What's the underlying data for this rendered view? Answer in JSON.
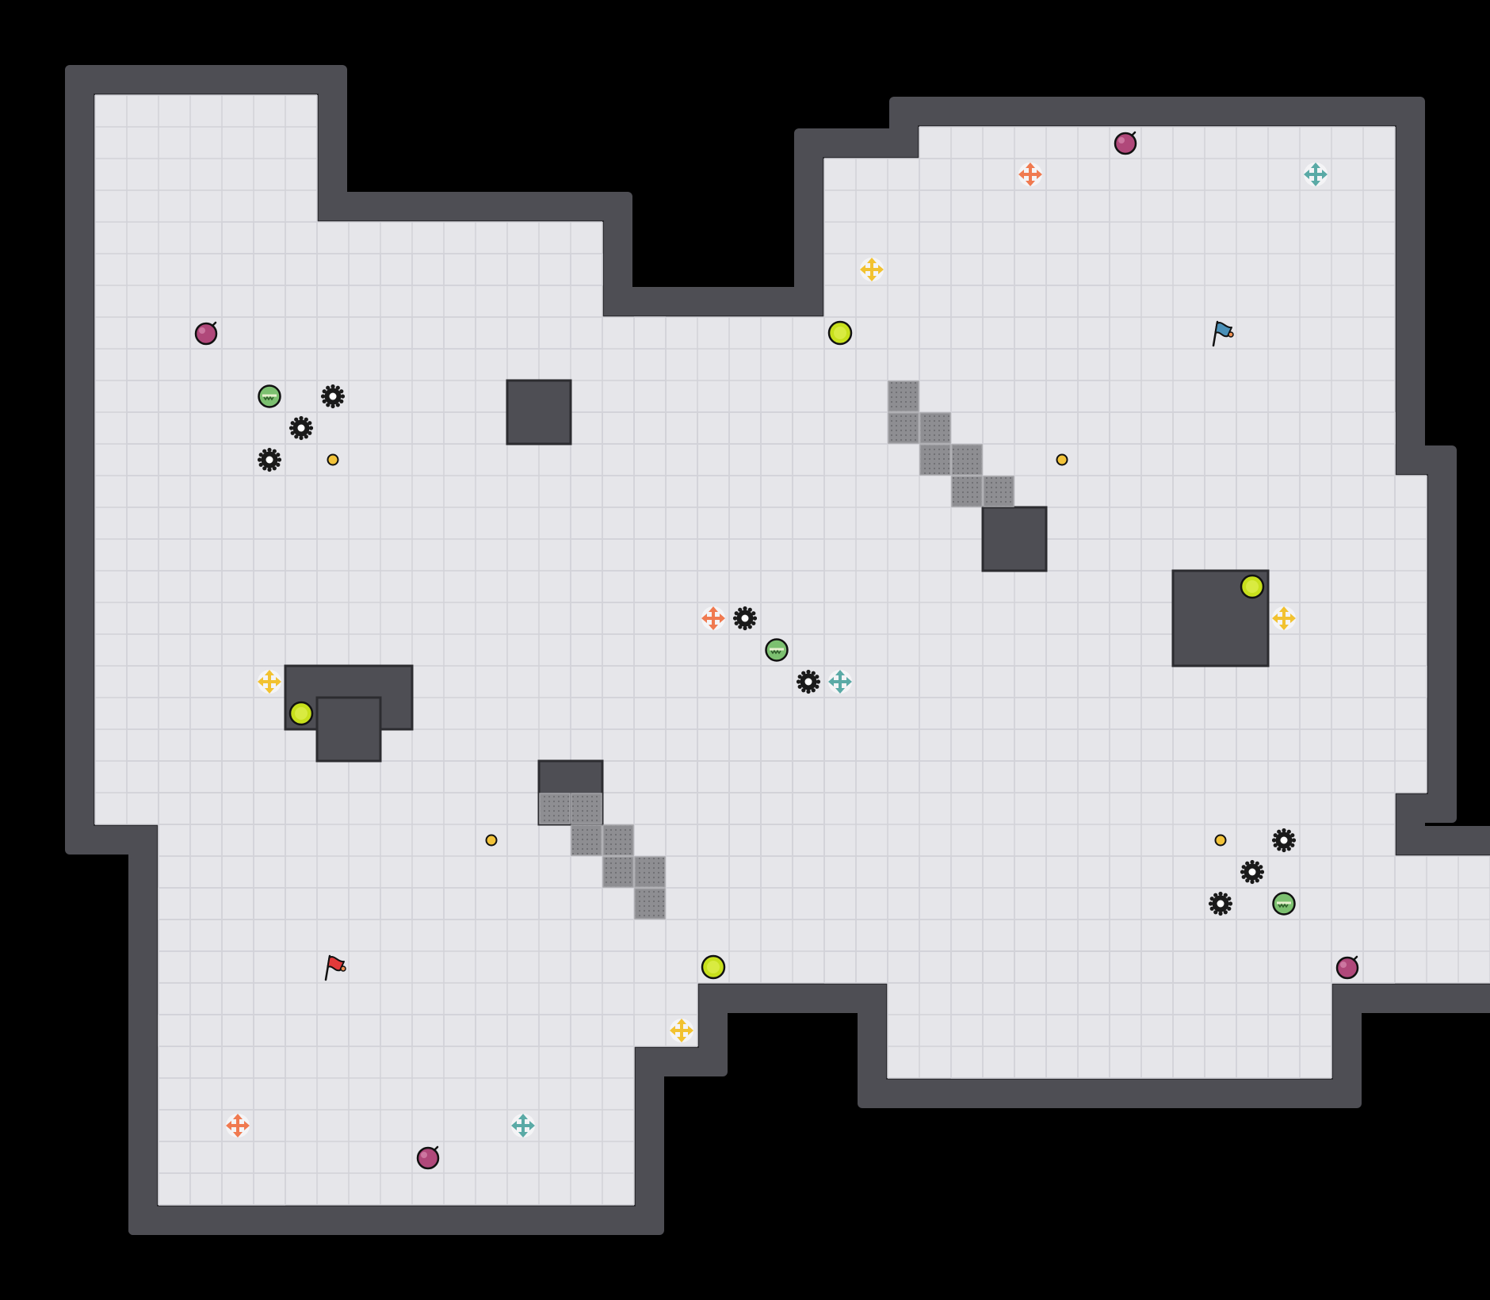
{
  "game": {
    "grid": {
      "cols": 47,
      "rows": 41
    },
    "colors": {
      "background": "#000000",
      "floor": "#e6e6ea",
      "floor_line": "#d2d2d8",
      "wall": "#4e4e54",
      "wall_edge": "#2c2c30",
      "crate": "#8a8a8e",
      "boost_orange": "#f07a50",
      "boost_teal": "#5aaaa6",
      "boost_yellow": "#f2c230",
      "orb_lime": "#c8e01c",
      "shield_green": "#7cc070",
      "bomb_magenta": "#b0487a",
      "coin": "#f2c33a",
      "mine": "#1a1a1a",
      "flag_red": "#e23a3a",
      "flag_blue": "#4a90b8"
    },
    "floor_regions": [
      {
        "name": "west-lobby",
        "cells": [
          [
            2,
            8,
            3,
            25
          ],
          [
            4,
            7,
            25,
            37
          ]
        ]
      },
      {
        "name": "west-upper",
        "cells": [
          [
            5,
            17,
            8,
            10
          ],
          [
            6,
            17,
            7,
            8
          ],
          [
            3,
            19,
            10,
            13
          ],
          [
            3,
            24,
            13,
            24
          ],
          [
            4,
            22,
            24,
            28
          ],
          [
            4,
            20,
            28,
            32
          ],
          [
            4,
            18,
            32,
            37
          ],
          [
            14,
            24,
            24,
            26
          ]
        ]
      },
      {
        "name": "center-hall",
        "cells": [
          [
            17,
            42,
            13,
            30
          ],
          [
            19,
            26,
            10,
            13
          ],
          [
            22,
            24,
            24,
            28
          ],
          [
            25,
            43,
            21,
            24
          ],
          [
            25,
            45,
            27,
            30
          ],
          [
            27,
            39,
            30,
            33
          ]
        ]
      },
      {
        "name": "east-upper",
        "cells": [
          [
            25,
            33,
            5,
            13
          ],
          [
            28,
            42,
            4,
            13
          ],
          [
            34,
            42,
            13,
            15
          ],
          [
            32,
            43,
            15,
            21
          ]
        ]
      },
      {
        "name": "east-lobby",
        "cells": [
          [
            29,
            40,
            30,
            33
          ],
          [
            40,
            42,
            30,
            30
          ]
        ]
      }
    ],
    "wall_blocks": [
      [
        15,
        16,
        12,
        13
      ],
      [
        30,
        31,
        16,
        17
      ],
      [
        16,
        17,
        24,
        25
      ],
      [
        36,
        38,
        18,
        20
      ],
      [
        8,
        11,
        21,
        22
      ],
      [
        9,
        10,
        22,
        23
      ]
    ],
    "crates": [
      [
        27,
        12
      ],
      [
        27,
        13
      ],
      [
        28,
        13
      ],
      [
        28,
        14
      ],
      [
        29,
        14
      ],
      [
        29,
        15
      ],
      [
        30,
        15
      ],
      [
        16,
        25
      ],
      [
        17,
        25
      ],
      [
        17,
        26
      ],
      [
        18,
        26
      ],
      [
        18,
        27
      ],
      [
        19,
        27
      ],
      [
        19,
        28
      ]
    ],
    "entities": [
      {
        "type": "bomb",
        "cell": [
          5,
          10
        ]
      },
      {
        "type": "shield",
        "cell": [
          7,
          12
        ]
      },
      {
        "type": "mine",
        "cell": [
          9,
          12
        ]
      },
      {
        "type": "mine",
        "cell": [
          8,
          13
        ]
      },
      {
        "type": "mine",
        "cell": [
          7,
          14
        ]
      },
      {
        "type": "coin",
        "cell": [
          9,
          14
        ]
      },
      {
        "type": "boost-yellow",
        "cell": [
          7,
          21
        ]
      },
      {
        "type": "orb",
        "cell": [
          8,
          22
        ]
      },
      {
        "type": "boost-orange",
        "cell": [
          21,
          19
        ]
      },
      {
        "type": "mine",
        "cell": [
          22,
          19
        ]
      },
      {
        "type": "shield",
        "cell": [
          23,
          20
        ]
      },
      {
        "type": "mine",
        "cell": [
          24,
          21
        ]
      },
      {
        "type": "boost-teal",
        "cell": [
          25,
          21
        ]
      },
      {
        "type": "coin",
        "cell": [
          14,
          26
        ]
      },
      {
        "type": "flag-red",
        "cell": [
          9,
          30
        ]
      },
      {
        "type": "orb",
        "cell": [
          21,
          30
        ]
      },
      {
        "type": "boost-yellow",
        "cell": [
          20,
          32
        ]
      },
      {
        "type": "boost-orange",
        "cell": [
          6,
          35
        ]
      },
      {
        "type": "boost-teal",
        "cell": [
          15,
          35
        ]
      },
      {
        "type": "bomb",
        "cell": [
          12,
          36
        ]
      },
      {
        "type": "boost-orange",
        "cell": [
          31,
          5
        ]
      },
      {
        "type": "bomb",
        "cell": [
          34,
          4
        ]
      },
      {
        "type": "boost-teal",
        "cell": [
          40,
          5
        ]
      },
      {
        "type": "boost-yellow",
        "cell": [
          26,
          8
        ]
      },
      {
        "type": "orb",
        "cell": [
          25,
          10
        ]
      },
      {
        "type": "flag-blue",
        "cell": [
          37,
          10
        ]
      },
      {
        "type": "coin",
        "cell": [
          32,
          14
        ]
      },
      {
        "type": "orb",
        "cell": [
          38,
          18
        ]
      },
      {
        "type": "boost-yellow",
        "cell": [
          39,
          19
        ]
      },
      {
        "type": "coin",
        "cell": [
          37,
          26
        ]
      },
      {
        "type": "mine",
        "cell": [
          39,
          26
        ]
      },
      {
        "type": "mine",
        "cell": [
          38,
          27
        ]
      },
      {
        "type": "mine",
        "cell": [
          37,
          28
        ]
      },
      {
        "type": "shield",
        "cell": [
          39,
          28
        ]
      },
      {
        "type": "bomb",
        "cell": [
          41,
          30
        ]
      }
    ]
  }
}
